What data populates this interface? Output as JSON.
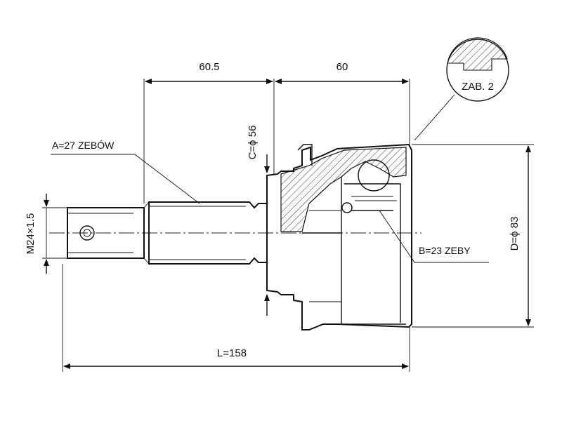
{
  "dimensions": {
    "length_top_left": "60.5",
    "length_top_right": "60",
    "total_length": "L=158",
    "inner_diameter": "C=ϕ 56",
    "outer_diameter": "D=ϕ 83",
    "thread": "M24×1.5"
  },
  "labels": {
    "spline_a": "A=27 ZEBÓW",
    "spline_b": "B=23 ZEBY",
    "detail": "ZAB. 2"
  },
  "colors": {
    "line": "#111111",
    "background": "#ffffff"
  }
}
